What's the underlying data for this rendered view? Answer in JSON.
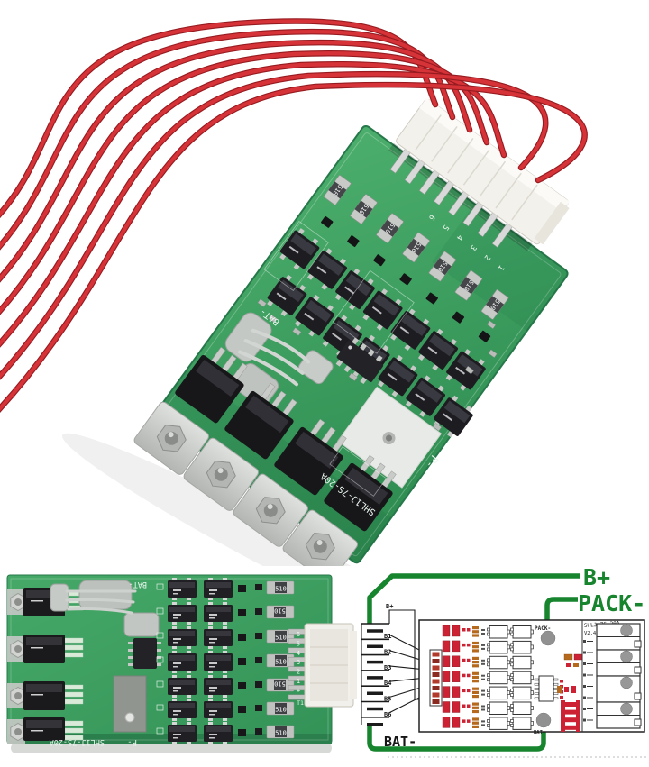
{
  "scene": {
    "type": "product-photo",
    "subject": "Li-ion battery BMS protection board 7S 20A with red balance wires, JST connector, top-down photo and wiring diagram"
  },
  "colors": {
    "background": "#ffffff",
    "pcb_green": "#3b9c5e",
    "pcb_green_dark": "#2e8a4f",
    "wire_red": "#d63338",
    "wire_red_dark": "#961b20",
    "connector_white": "#f3f1ec",
    "component_black": "#1d1d21",
    "metal_silver": "#c9cbc8",
    "diagram_green": "#17842e",
    "diagram_red": "#cc2233",
    "diagram_orange": "#b5691d",
    "pad_gray": "#919191"
  },
  "main_photo": {
    "board_model": "SHL1J-7S-20A",
    "silkscreen_bat": "BAT-",
    "silkscreen_p": "P-",
    "resistor_label": "510",
    "pin_numbers": [
      "6",
      "5",
      "4",
      "3",
      "2",
      "1"
    ]
  },
  "small_photo": {
    "board_model": "SHL1J-7S-20A",
    "silkscreen_bat": "BAT-",
    "silkscreen_p": "P-",
    "resistor_label": "510",
    "pin_numbers": [
      "6",
      "5",
      "4",
      "3",
      "2",
      "1",
      "+"
    ],
    "connector_ref": "T1"
  },
  "diagram": {
    "b_plus_big": "B+",
    "pack_minus_big": "PACK-",
    "bat_minus_big": "BAT-",
    "battery_labels": [
      "B+",
      "B1",
      "B2",
      "B3",
      "B4",
      "B5",
      "B6"
    ],
    "board_model": "SHLJ-7S-20A",
    "board_rev": "V2.4",
    "pack_pad_label": "PACK-",
    "bat_pad_label": "BAT-"
  }
}
